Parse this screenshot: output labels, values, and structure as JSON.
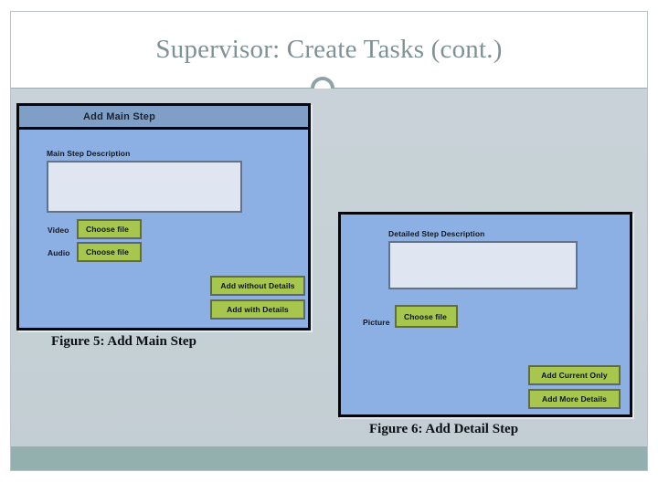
{
  "slide": {
    "title": "Supervisor: Create Tasks (cont.)",
    "decoration_icon": "ring-circle-icon",
    "colors": {
      "title_text": "#7e9296",
      "content_background": "#c6d1d6",
      "footer_bar": "#93b0ae",
      "dialog_body": "#8cb0e4",
      "dialog_header": "#7f9fc6",
      "button_green": "#a6c64e",
      "textbox_fill": "#dfe5f1"
    }
  },
  "figure5": {
    "caption": "Figure 5:  Add Main Step",
    "dialog": {
      "header_title": "Add Main Step",
      "description_label": "Main Step Description",
      "description_value": "",
      "description_placeholder": "",
      "video_label": "Video",
      "video_button": "Choose file",
      "audio_label": "Audio",
      "audio_button": "Choose file",
      "primary_button": "Add without Details",
      "secondary_button": "Add with Details"
    }
  },
  "figure6": {
    "caption": "Figure 6:  Add Detail Step",
    "dialog": {
      "description_label": "Detailed Step Description",
      "description_value": "",
      "description_placeholder": "",
      "picture_label": "Picture",
      "picture_button": "Choose file",
      "primary_button": "Add Current Only",
      "secondary_button": "Add More Details"
    }
  }
}
